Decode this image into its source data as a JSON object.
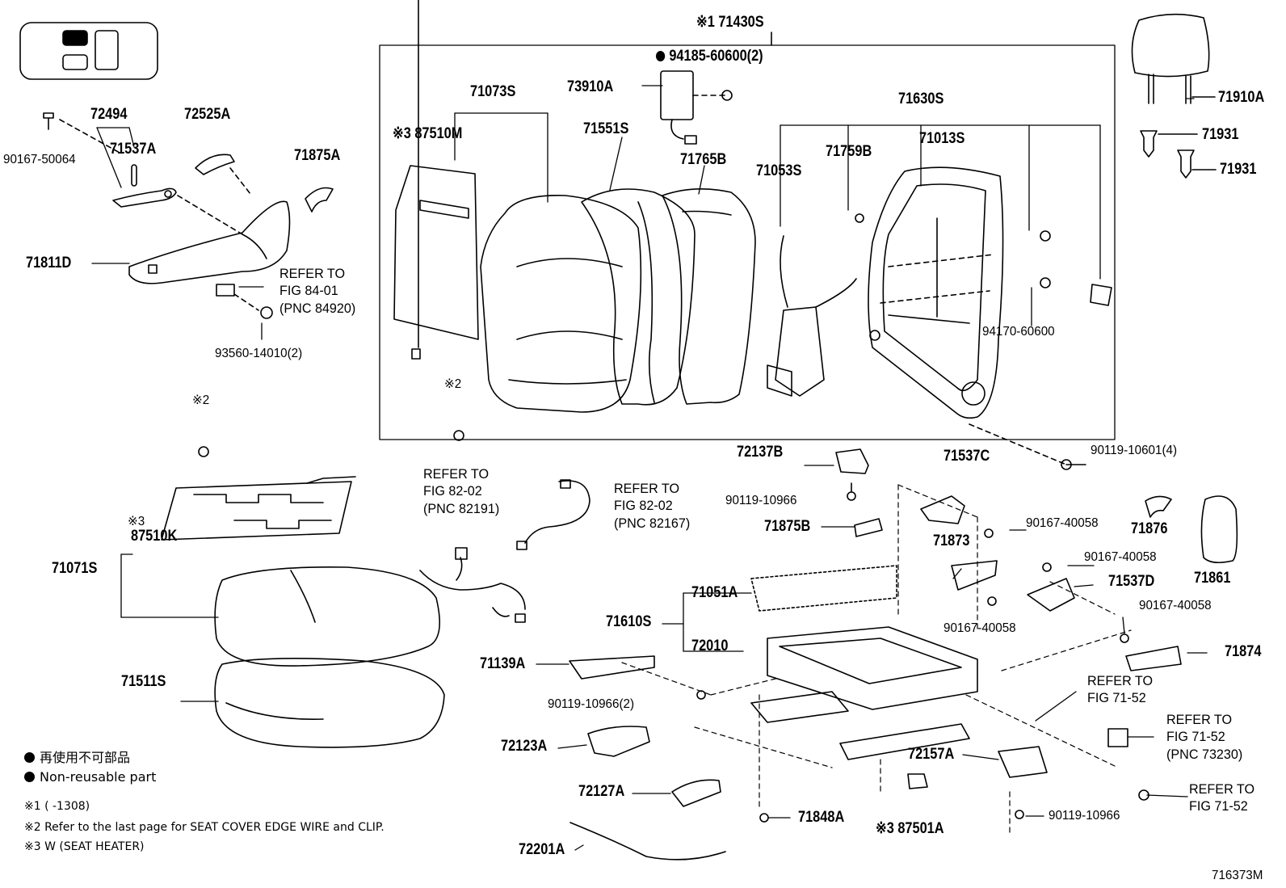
{
  "diagram_id": "716373M",
  "parts": {
    "p71430S": "※1 71430S",
    "p94185": "94185-60600(2)",
    "p73910A": "73910A",
    "p71073S": "71073S",
    "p87510M": "※3 87510M",
    "p71551S": "71551S",
    "p71765B": "71765B",
    "p71630S": "71630S",
    "p71053S": "71053S",
    "p71759B": "71759B",
    "p71013S": "71013S",
    "p94170": "94170-60600",
    "p71910A": "71910A",
    "p71931a": "71931",
    "p71931b": "71931",
    "p72494": "72494",
    "p71537A": "71537A",
    "p72525A": "72525A",
    "p71875A": "71875A",
    "p90167_50064": "90167-50064",
    "p71811D": "71811D",
    "p93560": "93560-14010(2)",
    "p90119_10601": "90119-10601(4)",
    "p72137B": "72137B",
    "p71537C": "71537C",
    "p90119_10966a": "90119-10966",
    "p90167_40058a": "90167-40058",
    "p71876": "71876",
    "p71875B": "71875B",
    "p71873": "71873",
    "p90167_40058b": "90167-40058",
    "p71861": "71861",
    "p71537D": "71537D",
    "p71051A": "71051A",
    "p71610S": "71610S",
    "p72010": "72010",
    "p90167_40058c": "90167-40058",
    "p90167_40058d": "90167-40058",
    "p71874": "71874",
    "p71139A": "71139A",
    "p90119_10966b": "90119-10966(2)",
    "p72123A": "72123A",
    "p72127A": "72127A",
    "p72201A": "72201A",
    "p71848A": "71848A",
    "p87501A": "※3 87501A",
    "p72157A": "72157A",
    "p90119_10966c": "90119-10966",
    "p87510K_mark": "※3",
    "p87510K": "87510K",
    "p71071S": "71071S",
    "p71511S": "71511S",
    "star2a": "※2",
    "star2b": "※2"
  },
  "refs": {
    "fig8401": [
      "REFER TO",
      "FIG 84-01",
      "(PNC 84920)"
    ],
    "fig8202a": [
      "REFER TO",
      "FIG 82-02",
      "(PNC 82191)"
    ],
    "fig8202b": [
      "REFER TO",
      "FIG 82-02",
      "(PNC 82167)"
    ],
    "fig7152a": [
      "REFER TO",
      "FIG 71-52"
    ],
    "fig7152b": [
      "REFER TO",
      "FIG 71-52",
      "(PNC 73230)"
    ],
    "fig7152c": [
      "REFER TO",
      "FIG 71-52"
    ]
  },
  "legend": {
    "jp": "再使用不可部品",
    "en": "Non-reusable part"
  },
  "notes": {
    "n1": "※1 (      -1308)",
    "n2": "※2 Refer to the last page for SEAT COVER EDGE WIRE and CLIP.",
    "n3": "※3 W (SEAT HEATER)"
  }
}
